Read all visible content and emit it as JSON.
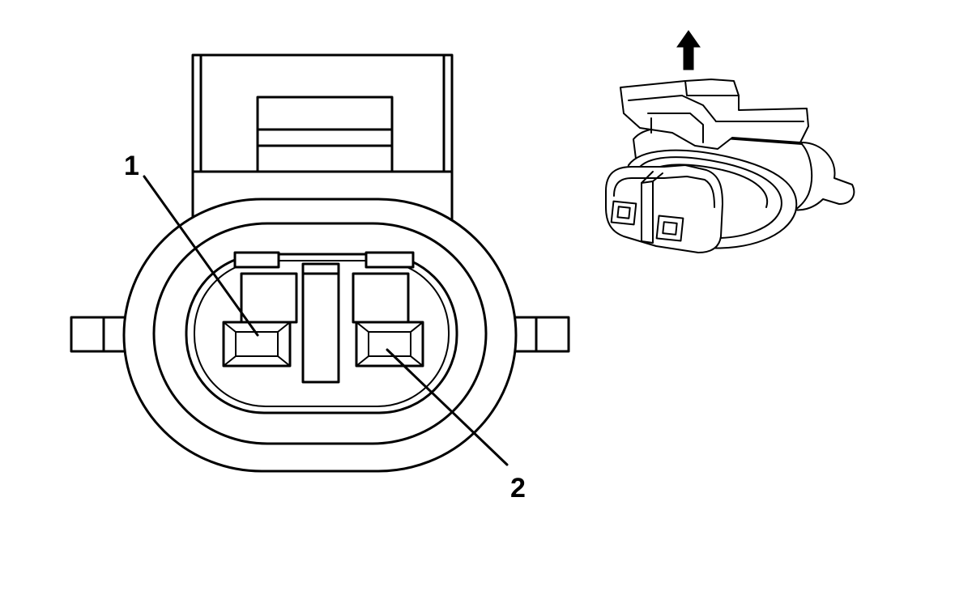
{
  "callouts": [
    {
      "id": "1",
      "label": "1"
    },
    {
      "id": "2",
      "label": "2"
    }
  ],
  "icons": {
    "orientation_arrow": "up-arrow-icon"
  },
  "colors": {
    "line": "#000000",
    "background": "#ffffff"
  }
}
